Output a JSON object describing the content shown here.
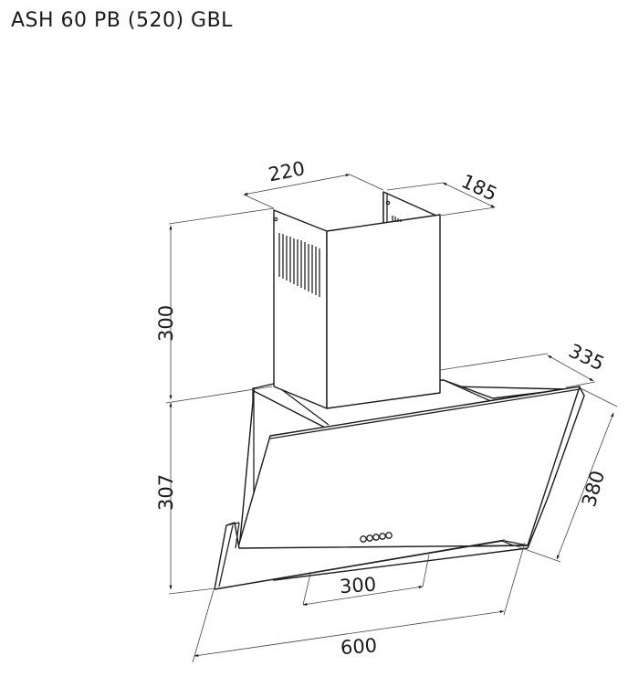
{
  "title": "ASH 60 PB (520) GBL",
  "dimensions": {
    "chimney_width": "220",
    "chimney_depth": "185",
    "chimney_height": "300",
    "hood_height": "307",
    "hood_depth": "335",
    "glass_height": "380",
    "inner_width": "300",
    "total_width": "600"
  }
}
